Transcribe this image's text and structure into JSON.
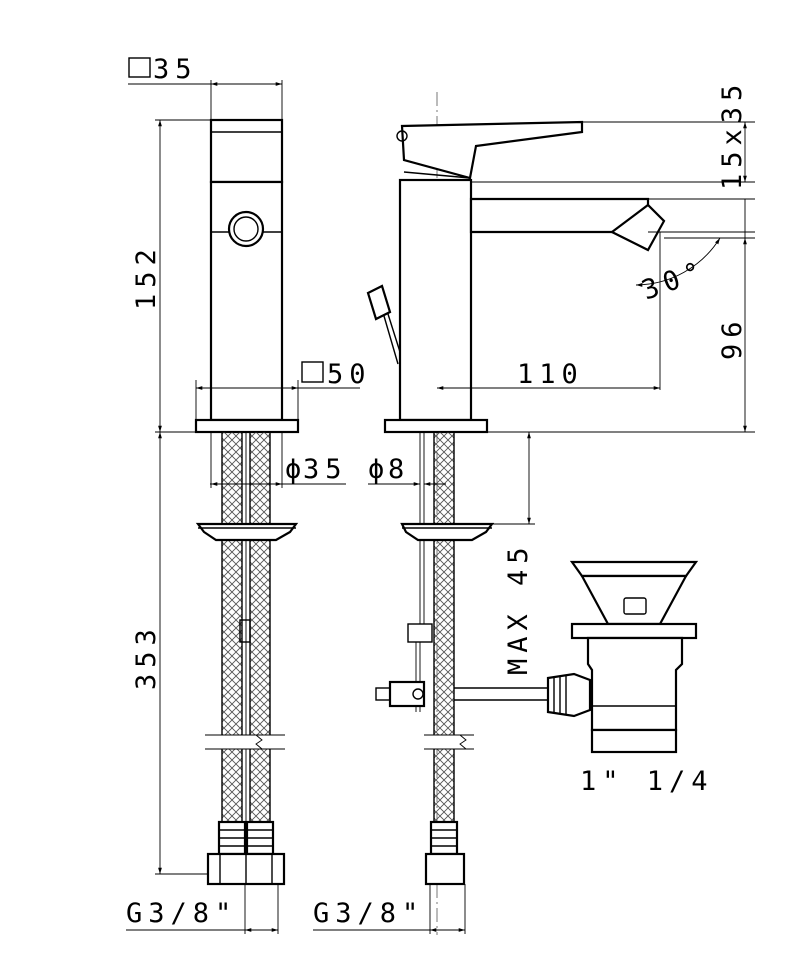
{
  "labels": {
    "sq35": "35",
    "dim152": "152",
    "sq50": "50",
    "dia35": "35",
    "dim353": "353",
    "g38_left": "G3/8\"",
    "dim15x35": "15x35",
    "dim30": "30°",
    "dim96": "96",
    "dim110": "110",
    "dia8": "8",
    "max45": "MAX 45",
    "drain": "1\"  1/4",
    "g38_right": "G3/8\""
  },
  "symbols": {
    "diameter": "ϕ"
  }
}
